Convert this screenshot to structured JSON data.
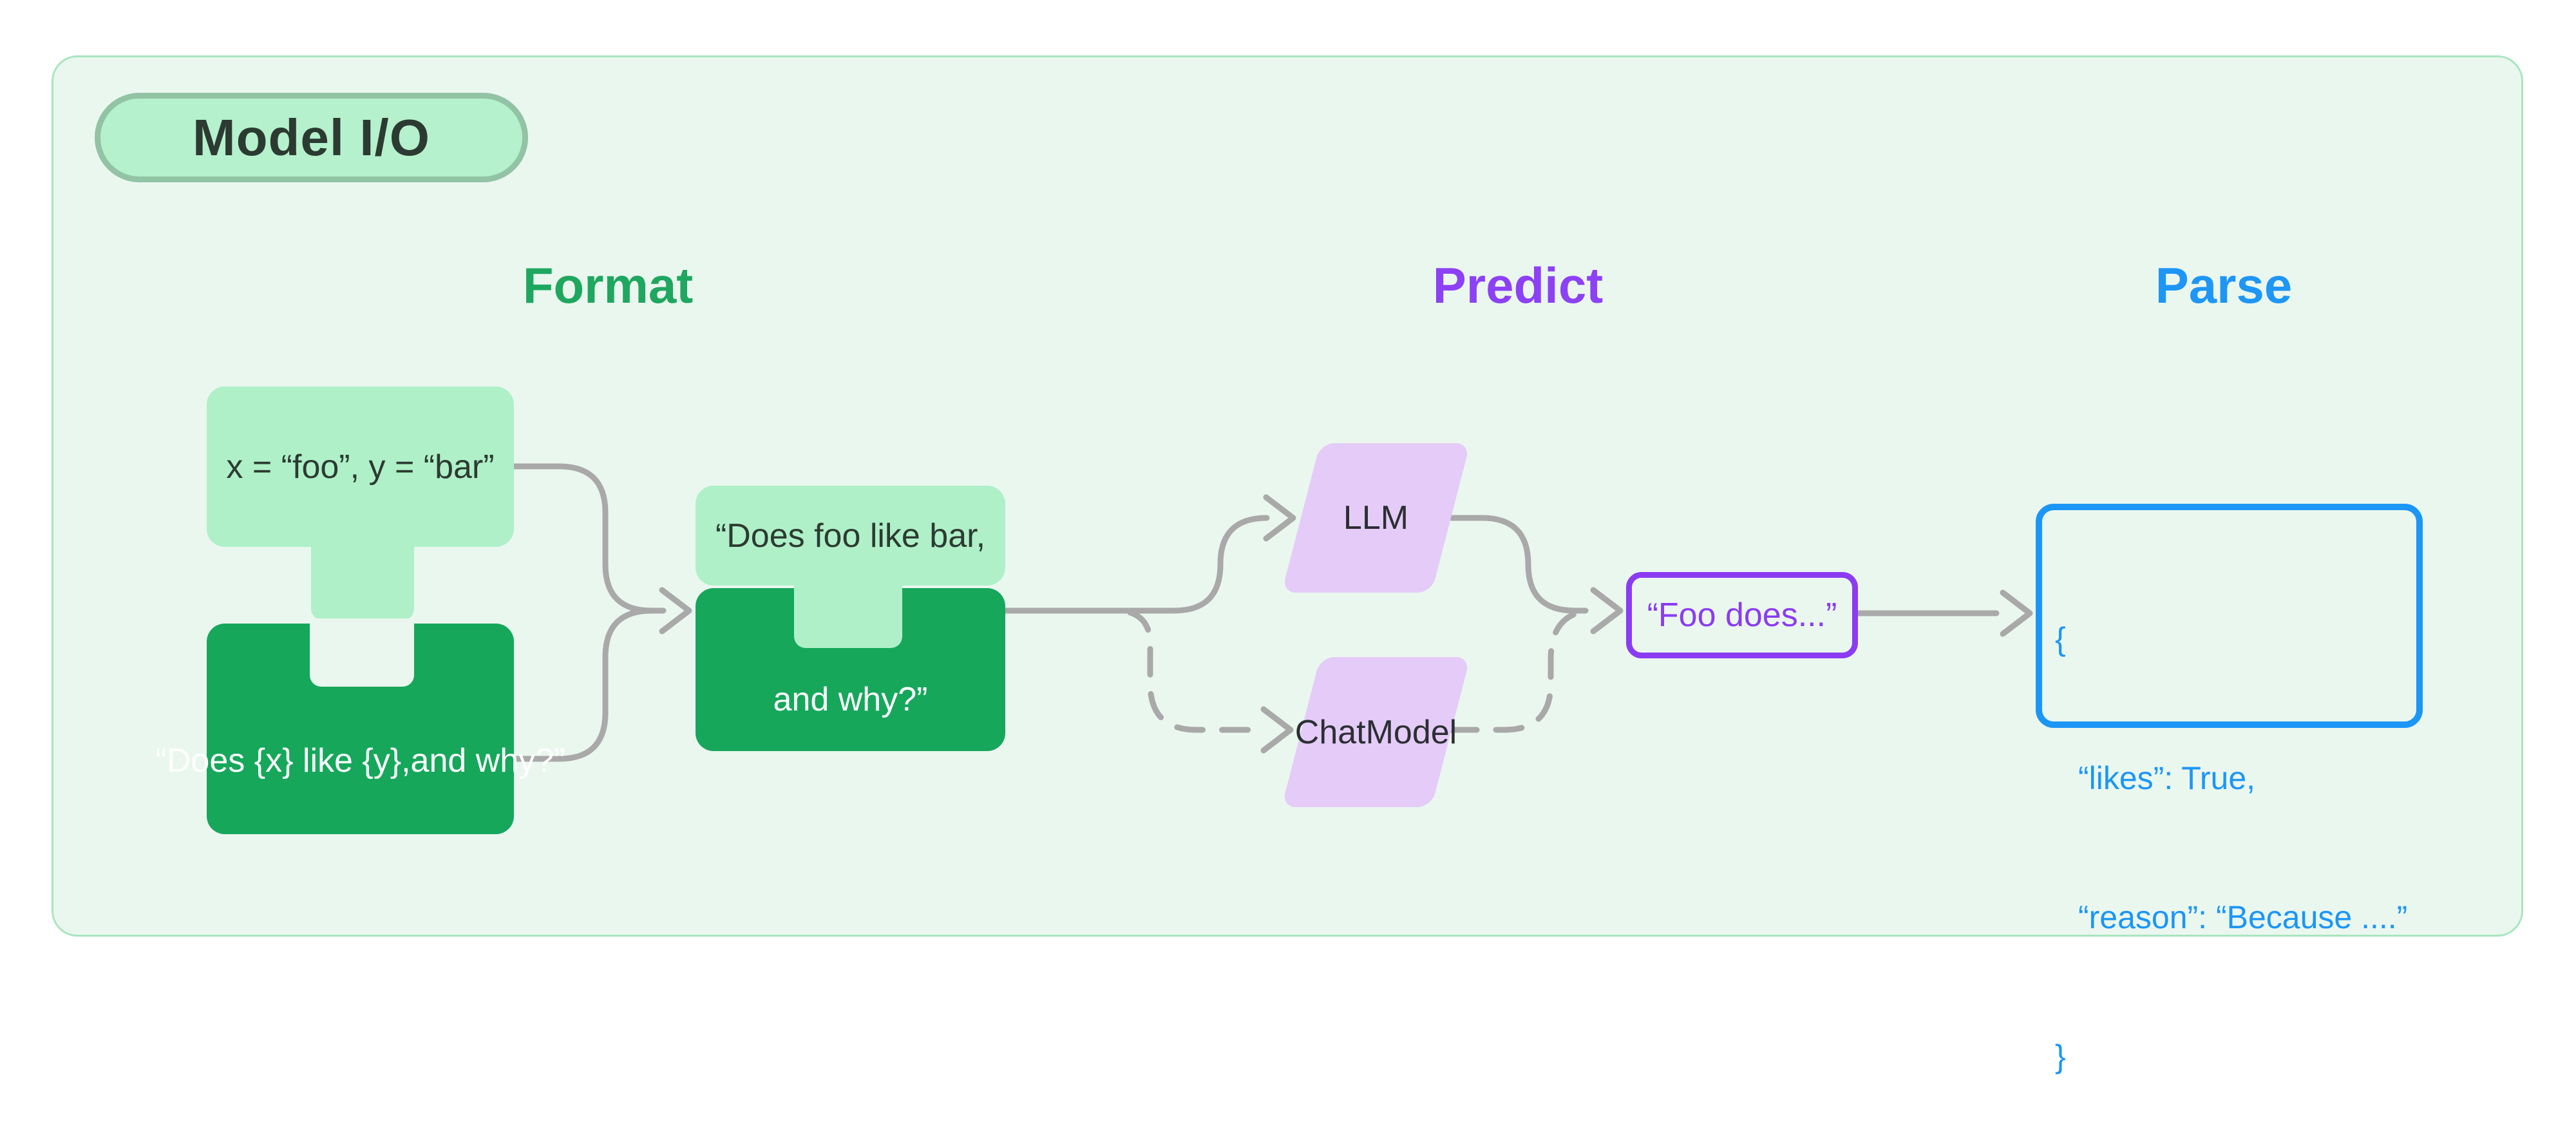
{
  "badge": {
    "label": "Model I/O"
  },
  "headings": {
    "format": {
      "label": "Format",
      "color": "#1fa75f"
    },
    "predict": {
      "label": "Predict",
      "color": "#8d41f5"
    },
    "parse": {
      "label": "Parse",
      "color": "#1e96f5"
    }
  },
  "format_stage": {
    "input_values_box": {
      "text": "x = “foo”, y = “bar”"
    },
    "prompt_template_box": {
      "line1": "“Does {x} like {y},",
      "line2": "and why?”"
    },
    "merged_prompt_box": {
      "line1": "“Does foo like bar,",
      "line2": "and why?”"
    }
  },
  "predict_stage": {
    "llm_box": {
      "label": "LLM"
    },
    "chat_model_box": {
      "line1": "Chat",
      "line2": "Model"
    },
    "model_output_box": {
      "text": "“Foo does...”"
    }
  },
  "parse_stage": {
    "json_output_box": {
      "lines": [
        "{",
        "“likes”: True,",
        "“reason”: “Because ....”",
        "}"
      ]
    }
  },
  "colors": {
    "container_background": "#eaf7ef",
    "container_border": "#a9e6bf",
    "badge_fill": "#b5f1cc",
    "badge_border": "#92c3a5",
    "light_green": "#aff0c8",
    "dark_green": "#16a75b",
    "purple_fill": "#e5cbf8",
    "purple_accent": "#8b3cf2",
    "blue_accent": "#1c96f6",
    "connector_gray": "#a9a9a9"
  }
}
